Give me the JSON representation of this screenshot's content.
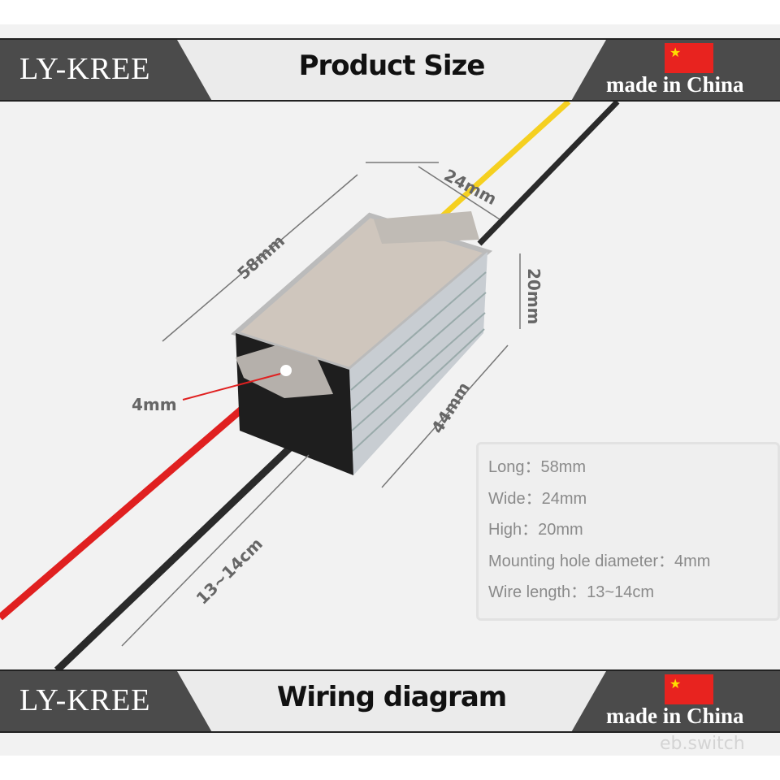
{
  "top_banner": {
    "brand": "LY-KREE",
    "title": "Product Size",
    "made_in": "made in China",
    "flag_icon": "china-flag-icon"
  },
  "bottom_banner": {
    "brand": "LY-KREE",
    "title": "Wiring diagram",
    "made_in": "made in China",
    "flag_icon": "china-flag-icon"
  },
  "dimensions": {
    "length": "58mm",
    "width": "24mm",
    "height": "20mm",
    "depth": "44mm",
    "hole": "4mm",
    "wire": "13~14cm"
  },
  "specs": [
    {
      "label": "Long：",
      "value": "58mm"
    },
    {
      "label": "Wide：",
      "value": "24mm"
    },
    {
      "label": "High：",
      "value": "20mm"
    },
    {
      "label": "Mounting hole diameter：",
      "value": "4mm"
    },
    {
      "label": "Wire length：",
      "value": "13~14cm"
    }
  ],
  "watermark": "eb.switch",
  "colors": {
    "banner": "#4b4b4b",
    "red_wire": "#e02020",
    "yellow_wire": "#f5d020",
    "black_wire": "#222222"
  }
}
